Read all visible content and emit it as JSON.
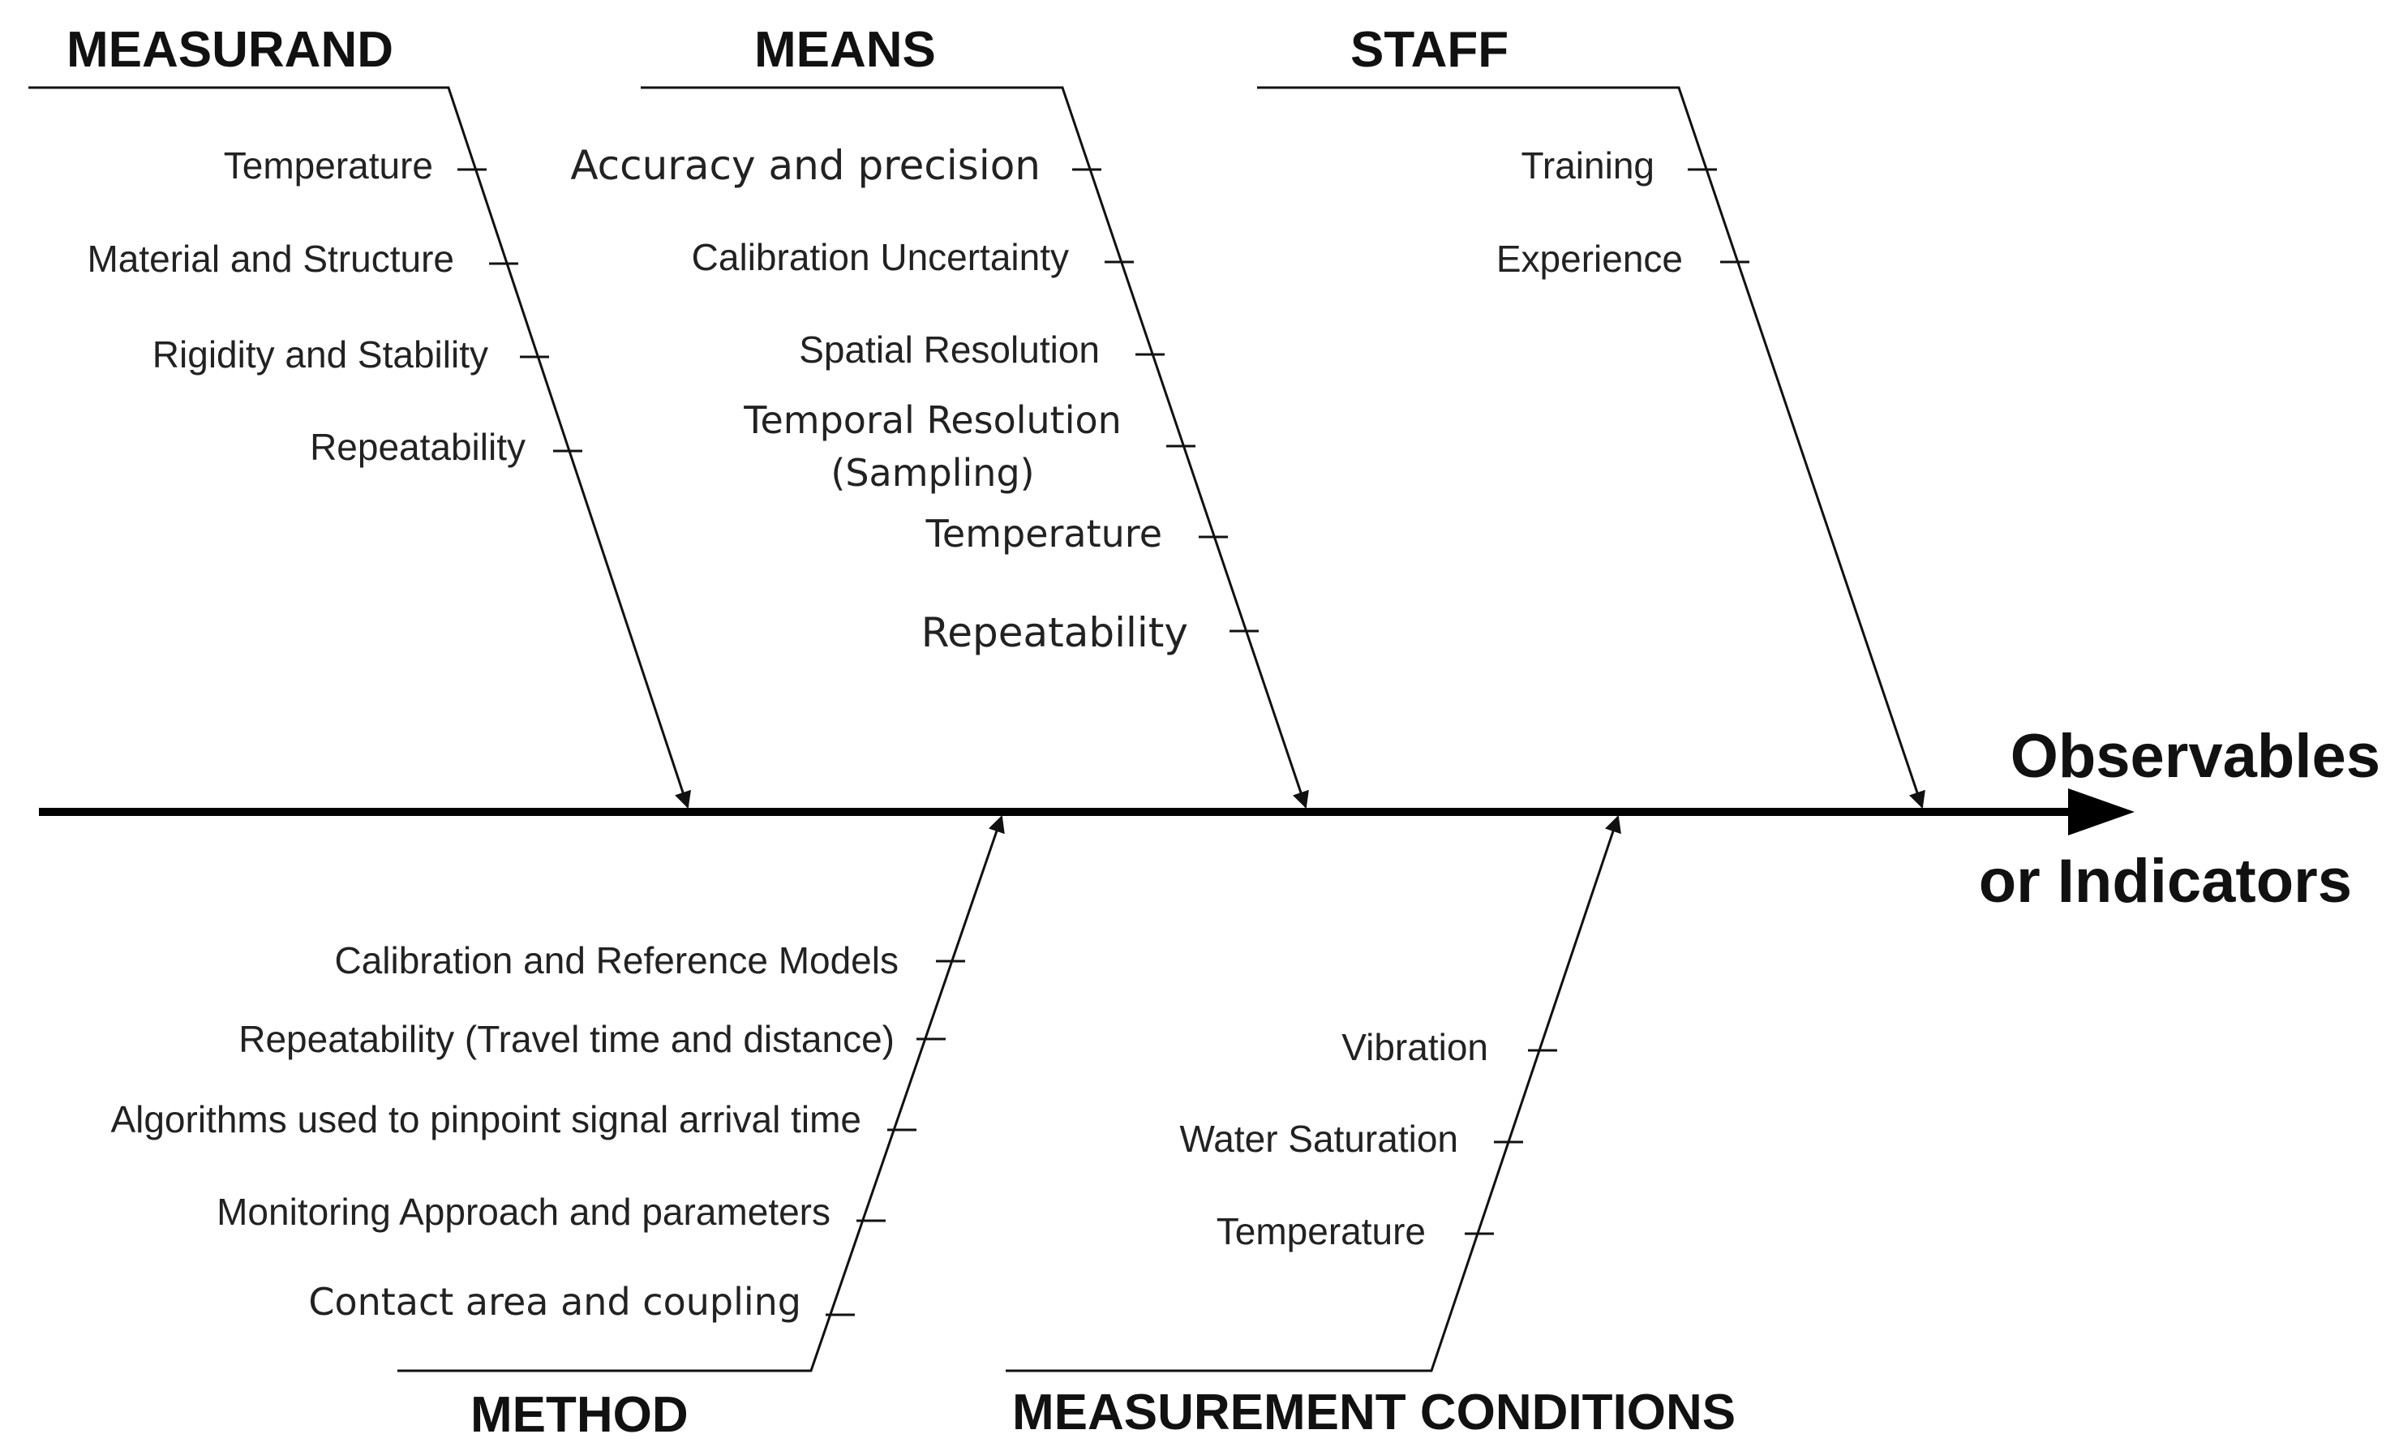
{
  "effect": {
    "line1": "Observables",
    "line2": "or Indicators"
  },
  "categories": {
    "measurand": {
      "label": "MEASURAND",
      "causes": [
        "Temperature",
        "Material and Structure",
        "Rigidity and Stability",
        "Repeatability"
      ]
    },
    "means": {
      "label": "MEANS",
      "causes": [
        "Accuracy and precision",
        "Calibration Uncertainty",
        "Spatial Resolution",
        "Temporal Resolution",
        "(Sampling)",
        "Temperature",
        "Repeatability"
      ]
    },
    "staff": {
      "label": "STAFF",
      "causes": [
        "Training",
        "Experience"
      ]
    },
    "method": {
      "label": "METHOD",
      "causes": [
        "Calibration and Reference Models",
        "Repeatability (Travel time and distance)",
        "Algorithms used to pinpoint signal arrival time",
        "Monitoring Approach and parameters",
        "Contact area and coupling"
      ]
    },
    "measurement_conditions": {
      "label": "MEASUREMENT CONDITIONS",
      "causes": [
        "Vibration",
        "Water Saturation",
        "Temperature"
      ]
    }
  }
}
